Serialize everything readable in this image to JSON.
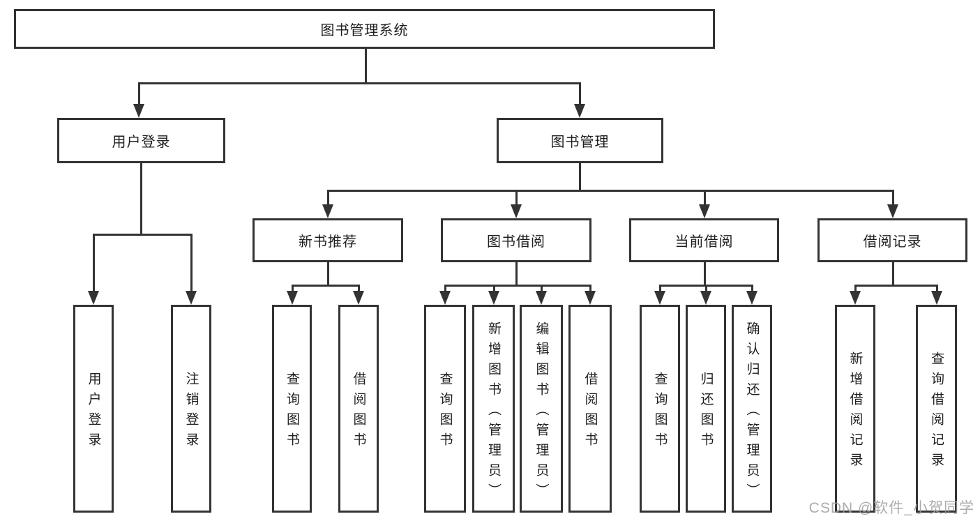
{
  "diagram": {
    "root": {
      "label": "图书管理系统"
    },
    "branches": [
      {
        "label": "用户登录",
        "children": [
          {
            "label": "用户登录"
          },
          {
            "label": "注销登录"
          }
        ]
      },
      {
        "label": "图书管理",
        "children": [
          {
            "label": "新书推荐",
            "children": [
              {
                "label": "查询图书"
              },
              {
                "label": "借阅图书"
              }
            ]
          },
          {
            "label": "图书借阅",
            "children": [
              {
                "label": "查询图书"
              },
              {
                "label": "新增图书（管理员）"
              },
              {
                "label": "编辑图书（管理员）"
              },
              {
                "label": "借阅图书"
              }
            ]
          },
          {
            "label": "当前借阅",
            "children": [
              {
                "label": "查询图书"
              },
              {
                "label": "归还图书"
              },
              {
                "label": "确认归还（管理员）"
              }
            ]
          },
          {
            "label": "借阅记录",
            "children": [
              {
                "label": "新增借阅记录"
              },
              {
                "label": "查询借阅记录"
              }
            ]
          }
        ]
      }
    ]
  },
  "watermark": {
    "text": "CSDN @软件_小贺同学"
  },
  "colors": {
    "line": "#333333",
    "text": "#1f1f1f",
    "watermark": "#9e9e9e",
    "background": "#ffffff"
  }
}
